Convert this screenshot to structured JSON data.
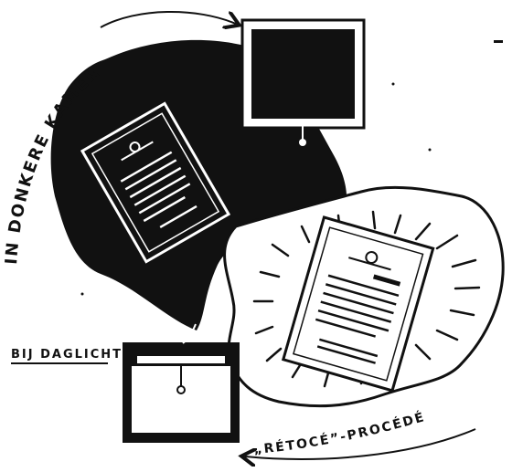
{
  "labels": {
    "dark_room": "IN DONKERE KAMER",
    "daylight": "BIJ DAGLICHT",
    "process": "„RÉTOCÉ”-PROCÉDÉ"
  },
  "colors": {
    "ink": "#111111",
    "paper": "#ffffff"
  }
}
